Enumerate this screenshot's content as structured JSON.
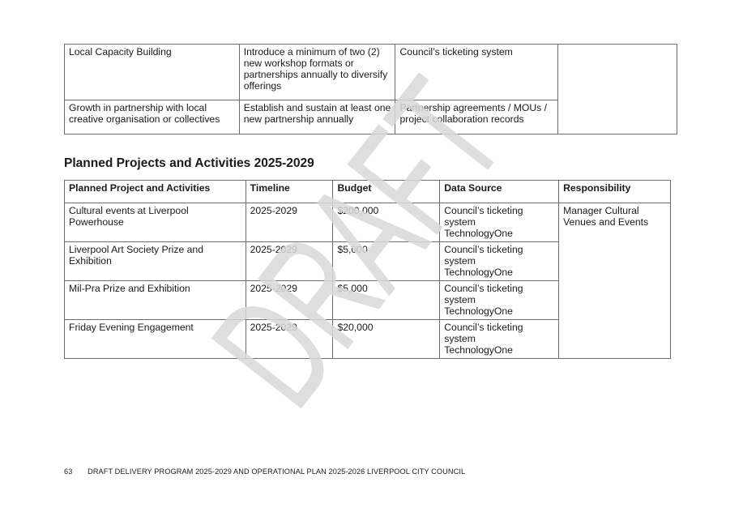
{
  "continued_table": {
    "rows": [
      {
        "measure": "Local Capacity Building",
        "target": "Introduce  a minimum of  two (2) new workshop formats or partnerships annually to diversify offerings",
        "data_source": "Council’s ticketing system",
        "extra": ""
      },
      {
        "measure": "Growth in partnership with local creative organisation or collectives",
        "target": "Establish and sustain at least one new partnership annually",
        "data_source": "Partnership agreements / MOUs / project collaboration records"
      }
    ]
  },
  "section_title": "Planned Projects and Activities 2025-2029",
  "projects_table": {
    "headers": {
      "project": "Planned Project and Activities",
      "timeline": "Timeline",
      "budget": "Budget",
      "data_source": "Data Source",
      "responsibility": "Responsibility"
    },
    "responsibility": "Manager Cultural Venues and Events",
    "rows": [
      {
        "project": "Cultural events at Liverpool Powerhouse",
        "timeline": "2025-2029",
        "budget": "$200,000",
        "data_source_1": "Council’s ticketing system",
        "data_source_2": "TechnologyOne"
      },
      {
        "project": "Liverpool Art Society Prize and Exhibition",
        "timeline": "2025-2029",
        "budget": "$5,000",
        "data_source_1": "Council’s ticketing system",
        "data_source_2": "TechnologyOne"
      },
      {
        "project": "Mil-Pra Prize and Exhibition",
        "timeline": "2025-2029",
        "budget": "$5,000",
        "data_source_1": "Council’s ticketing system",
        "data_source_2": "TechnologyOne"
      },
      {
        "project": "Friday Evening Engagement",
        "timeline": "2025-2029",
        "budget": "$20,000",
        "data_source_1": "Council’s ticketing system",
        "data_source_2": "TechnologyOne"
      }
    ]
  },
  "footer": {
    "page_number": "63",
    "text": "DRAFT DELIVERY PROGRAM 2025-2029 AND OPERATIONAL PLAN 2025-2026 LIVERPOOL CITY COUNCIL"
  },
  "watermark": {
    "text": "DRAFT",
    "color": "#d9d9d9"
  }
}
